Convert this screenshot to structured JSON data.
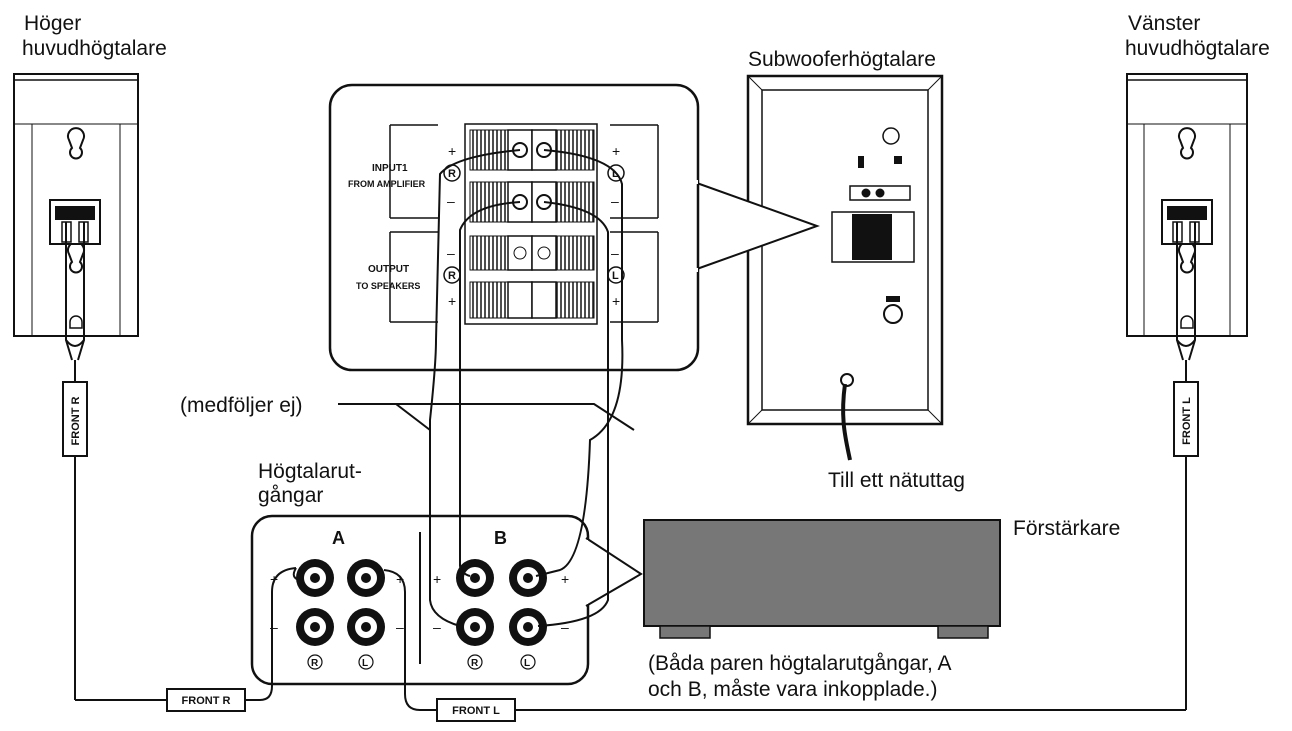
{
  "labels": {
    "right_speaker_line1": "Höger",
    "right_speaker_line2": "huvudhögtalare",
    "left_speaker_line1": "Vänster",
    "left_speaker_line2": "huvudhögtalare",
    "subwoofer": "Subwooferhögtalare",
    "not_included": "(medföljer ej)",
    "speaker_outputs_line1": "Högtalarut-",
    "speaker_outputs_line2": "gångar",
    "power_outlet": "Till ett nätuttag",
    "amplifier": "Förstärkare",
    "note_line1": "(Båda paren högtalarutgångar, A",
    "note_line2": "och B, måste vara inkopplade.)"
  },
  "panel": {
    "input_line1": "INPUT1",
    "input_line2": "FROM AMPLIFIER",
    "output_line1": "OUTPUT",
    "output_line2": "TO SPEAKERS",
    "right_mark": "R",
    "left_mark": "L",
    "plus": "+",
    "minus": "–"
  },
  "amp_terminals": {
    "group_a": "A",
    "group_b": "B",
    "right_mark": "R",
    "left_mark": "L",
    "plus": "+",
    "minus": "–"
  },
  "cable_tags": {
    "front_r": "FRONT R",
    "front_l": "FRONT L"
  }
}
